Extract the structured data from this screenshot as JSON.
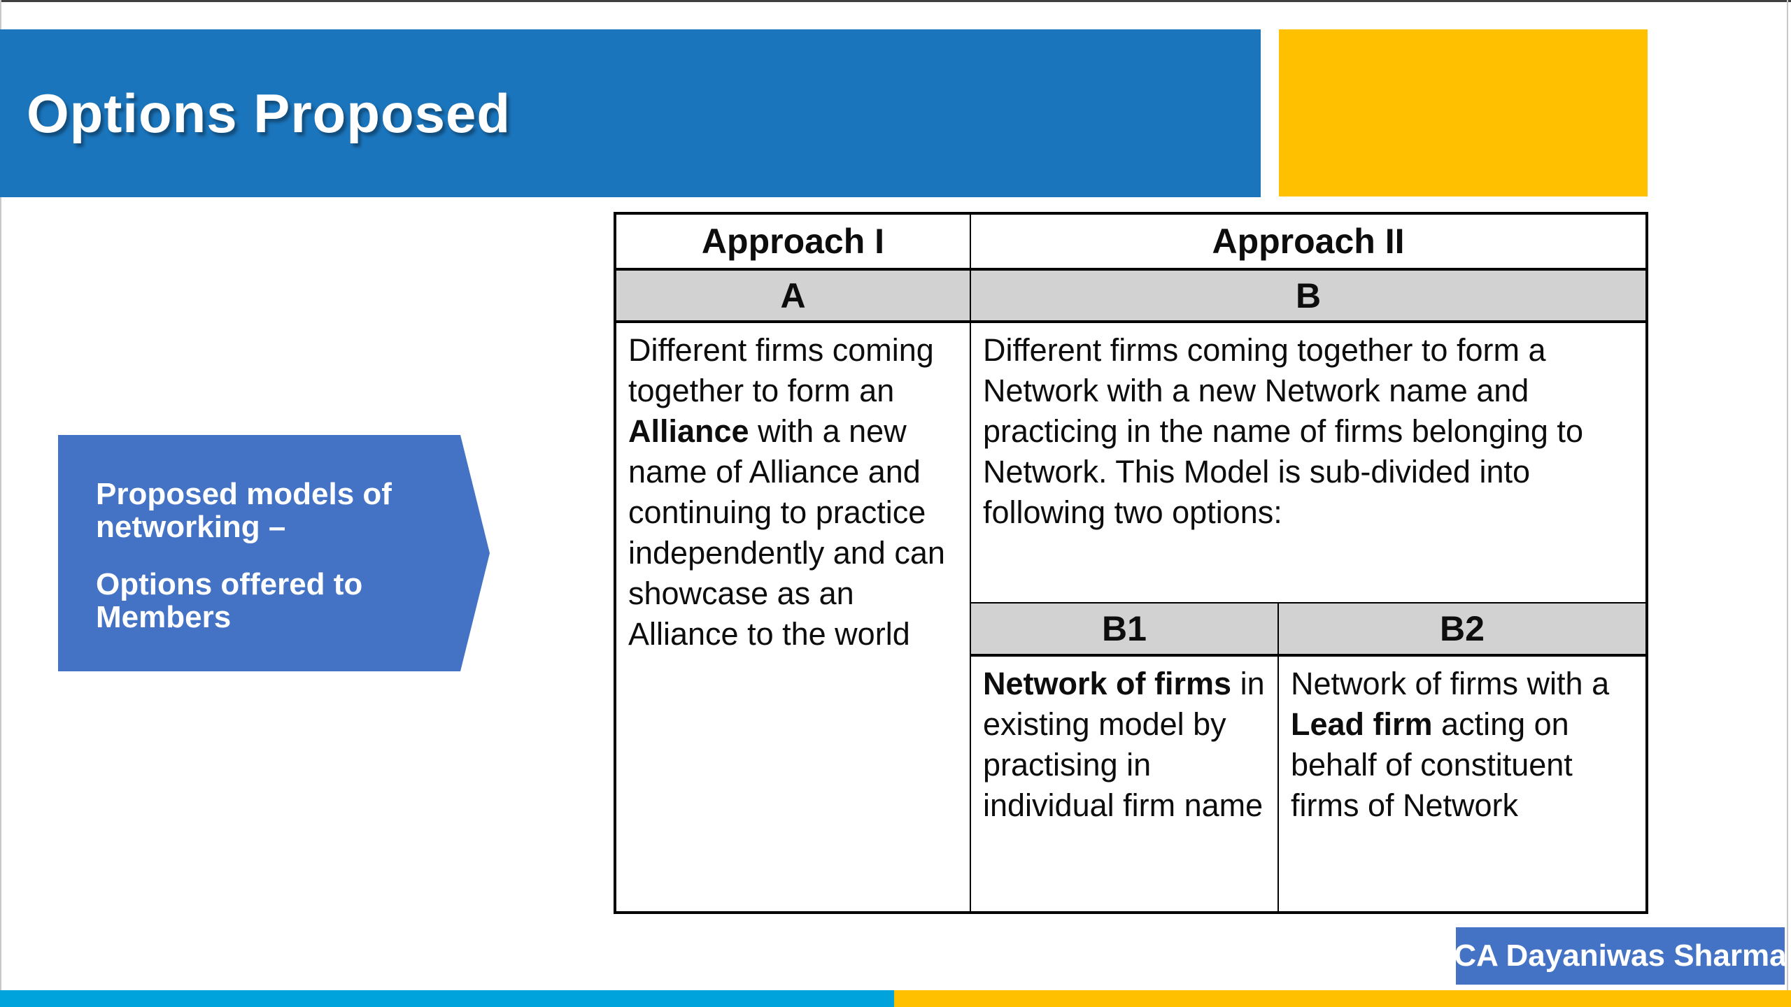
{
  "slide": {
    "title": "Options Proposed",
    "author_badge": "CA Dayaniwas Sharma"
  },
  "callout": {
    "paragraph1": "Proposed models of networking –",
    "paragraph2": "Options offered to Members"
  },
  "table": {
    "header": {
      "approach1": "Approach I",
      "approach2": "Approach II"
    },
    "sub_header": {
      "a": "A",
      "b": "B"
    },
    "cell_a": {
      "part1": "Different firms coming together to form an ",
      "part2_bold": "Alliance",
      "part3": " with a new name of Alliance and continuing to practice independently and can showcase as an Alliance to the world"
    },
    "cell_b": "Different firms coming together to form a Network with a new Network name and practicing in the name of firms belonging to Network.  This Model is sub-divided into following two options:",
    "option_headers": {
      "b1": "B1",
      "b2": "B2"
    },
    "cell_b1": {
      "part1_bold": "Network of firms",
      "part2": " in existing model by practising in individual firm name"
    },
    "cell_b2": {
      "part1": "Network of firms with a ",
      "part2_bold": "Lead firm",
      "part3": " acting on behalf of constituent firms of Network"
    }
  },
  "colors": {
    "title_bar_blue": "#1B75BC",
    "accent_blue": "#4472C4",
    "gold": "#FFC000",
    "footer_cyan": "#00A3DB",
    "table_header_gray": "#D2D2D2"
  }
}
